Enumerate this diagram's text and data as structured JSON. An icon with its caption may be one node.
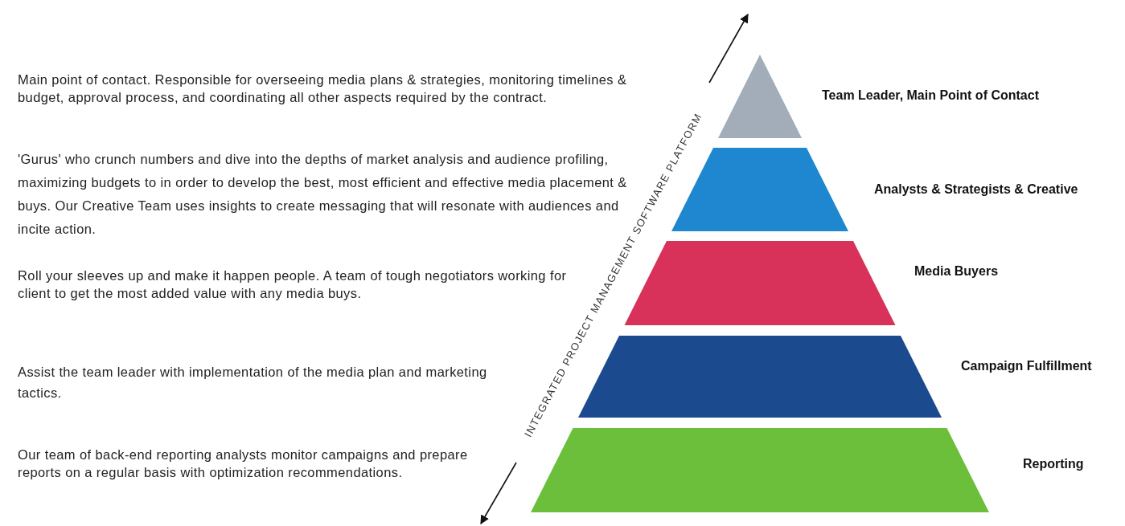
{
  "diagram": {
    "nodes": [
      {
        "text": [],
        "shape": "triangle",
        "beside": [
          "Team Leader, Main Point of Contact"
        ]
      },
      {
        "text": [],
        "shape": "trapezoid",
        "beside": [
          "Analysts & Strategists & Creative"
        ]
      },
      {
        "text": [],
        "shape": "trapezoid",
        "beside": [
          "Media Buyers"
        ]
      },
      {
        "text": [],
        "shape": "trapezoid",
        "beside": [
          "Campaign Fulfillment"
        ]
      },
      {
        "text": [],
        "shape": "trapezoid",
        "beside": [
          "Reporting"
        ]
      }
    ],
    "labels": [
      "Main point of contact. Responsible for overseeing media plans & strategies, monitoring timelines & budget, approval process, and coordinating all other aspects required by the contract.",
      "'Gurus' who crunch numbers and dive into the depths of market analysis and audience profiling, maximizing budgets to in order to develop the best, most efficient and effective media placement & buys. Our Creative Team uses insights to create messaging that will resonate with audiences and incite action.",
      "Roll your sleeves up and make it happen people. A team of tough negotiators working for client to get the most added value with any media buys.",
      "Assist the team leader with implementation of the media plan and marketing tactics.",
      "Our team of back-end reporting analysts monitor campaigns and prepare reports on a regular basis with optimization recommendations.",
      "INTEGRATED PROJECT MANAGEMENT SOFTWARE PLATFORM"
    ]
  }
}
